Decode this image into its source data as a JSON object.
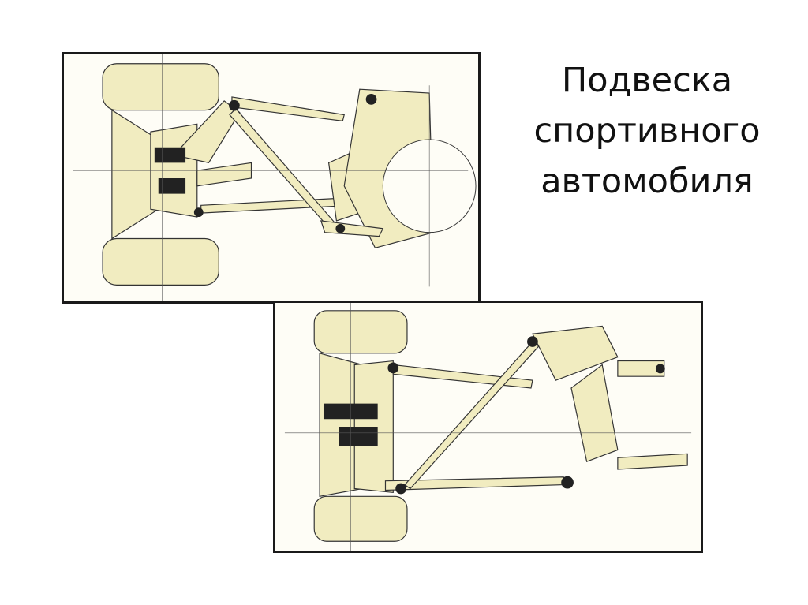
{
  "slide": {
    "title_lines": [
      "Подвеска",
      "спортивного",
      "автомобиля"
    ]
  },
  "figures": [
    {
      "description_icon": "front-suspension-drawing"
    },
    {
      "description_icon": "rear-suspension-drawing"
    }
  ],
  "colors": {
    "paper": "#fefdf6",
    "part_fill": "#f1ecc0",
    "ink": "#2a2a2a"
  }
}
